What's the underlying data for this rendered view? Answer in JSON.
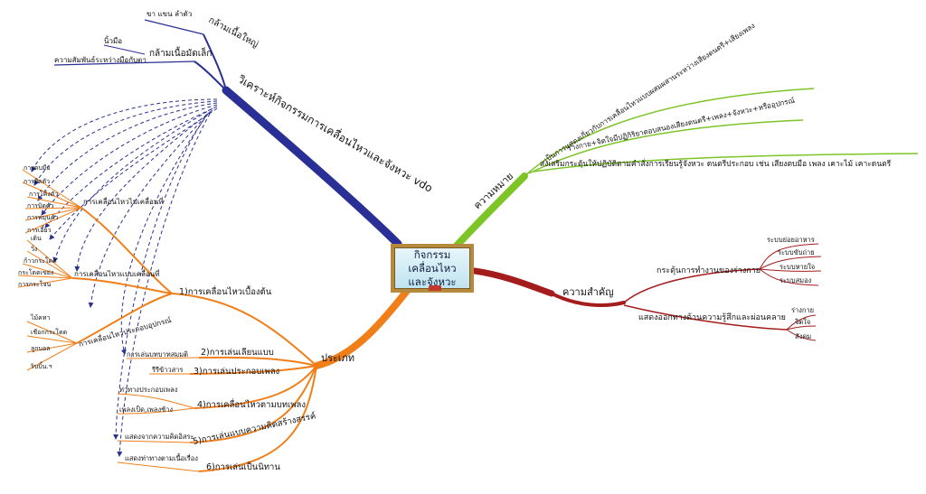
{
  "center": {
    "line1": "กิจกรรมเคลื่อนไหว",
    "line2": "และจังหวะ"
  },
  "colors": {
    "blue": "#2a2f96",
    "green": "#7dc427",
    "red": "#a51c1c",
    "orange": "#f07f1a",
    "dashed": "#2a3290",
    "text": "#111111"
  },
  "branches": {
    "analyze": {
      "label": "วิเคราะห์กิจกรรมการเคลื่อนไหวและจังหวะ vdo",
      "large_muscle": {
        "label": "กล้ามเนื้อใหญ่",
        "items": [
          "ขา แขน ลำตัว"
        ]
      },
      "small_muscle": {
        "label": "กล้ามเนื้อมัดเล็ก",
        "items": [
          "นิ้วมือ",
          "ความสัมพันธ์ระหว่างมือกับตา"
        ]
      }
    },
    "meaning": {
      "label": "ความหมาย",
      "items": [
        "เป็นการแสดงเกี่ยวกับการเคลื่อนไหวแบบผสมผสานระหว่างเสียงดนตรี+เสียงเพลง",
        "ร่างกาย+จิตใจมีปฏิกิริยาตอบสนองเสียงดนตรี+เพลง+จังหวะ+หรืออุปกรณ์",
        "ส่งเสริมกระตุ้นให้ปฏิบัติตามคำสั่งการเรียนรู้จังหวะ ดนตรีประกอบ เช่น เสียงตบมือ เพลง เคาะไม้ เคาะดนตรี"
      ]
    },
    "importance": {
      "label": "ความสำคัญ",
      "stimulate": {
        "label": "กระตุ้นการทำงานของร่างกาย",
        "items": [
          "ระบบย่อยอาหาร",
          "ระบบขับถ่าย",
          "ระบบหายใจ",
          "ระบบสมอง"
        ]
      },
      "express": {
        "label": "แสดงออกทางด้านความรู้สึกและผ่อนคลาย",
        "items": [
          "ร่างกาย",
          "จิตใจ",
          "สังคม"
        ]
      }
    },
    "types": {
      "label": "ประเภท",
      "basic": {
        "label": "1)การเคลื่อนไหวเบื้องต้น",
        "stationary": {
          "label": "การเคลื่อนไหวไม่เคลื่อนที่",
          "items": [
            "การตบมือ",
            "การยืดตัว",
            "การโค้งตัว",
            "การบิดตัว",
            "การหมุนตัว",
            "การเอี้ยว"
          ]
        },
        "moving": {
          "label": "การเคลื่อนไหวแบบเคลื่อนที่",
          "items": [
            "เดิน",
            "วิ่ง",
            "ก้าวกระโดด",
            "กระโดดเขย่ง",
            "การกระโจน"
          ]
        },
        "equipment": {
          "label": "การเคลื่อนไหวประกอบอุปกรณ์",
          "items": [
            "ไม้คทา",
            "เชือกกระโดด",
            "ลูกบอล",
            "ริบบิ้น.ฯ"
          ]
        }
      },
      "imitate": {
        "label": "2)การเล่นเลียนแบบ",
        "items": [
          "การเล่นบทบาทสมมติ"
        ]
      },
      "song": {
        "label": "3)การเล่นประกอบเพลง",
        "items": [
          "รีรีข้าวสาร"
        ]
      },
      "lyrics": {
        "label": "4)การเคลื่อนไหวตามบทเพลง",
        "items": [
          "ท่าทางประกอบเพลง",
          "เพลงเป็ด,เพลงช้าง"
        ]
      },
      "creative": {
        "label": "5)การเล่นแบบความคิดสร้างสรรค์",
        "items": [
          "แสดงจากความคิดอิสระ"
        ]
      },
      "story": {
        "label": "6)การเล่นเป็นนิทาน",
        "items": [
          "แสดงท่าทางตามเนื้อเรื่อง"
        ]
      }
    }
  }
}
